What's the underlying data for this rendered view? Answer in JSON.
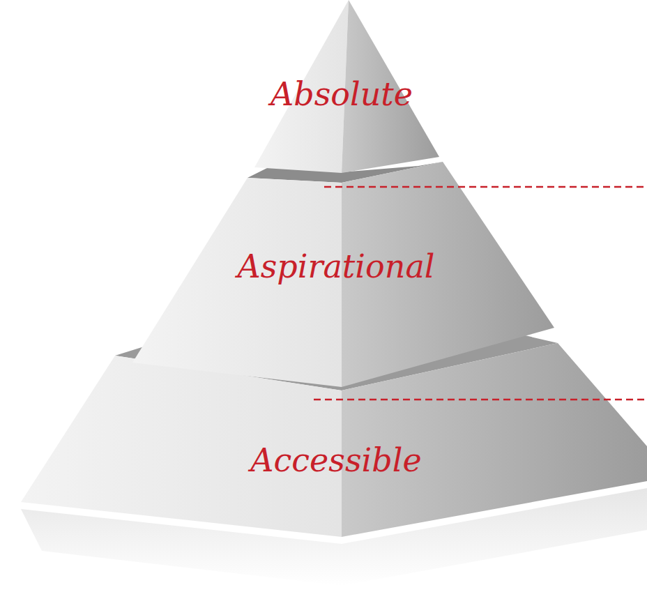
{
  "diagram": {
    "nodes": [
      {
        "text": [
          "Absolute"
        ]
      },
      {
        "text": [
          "Aspirational"
        ]
      },
      {
        "text": [
          "Accessible"
        ]
      }
    ]
  }
}
